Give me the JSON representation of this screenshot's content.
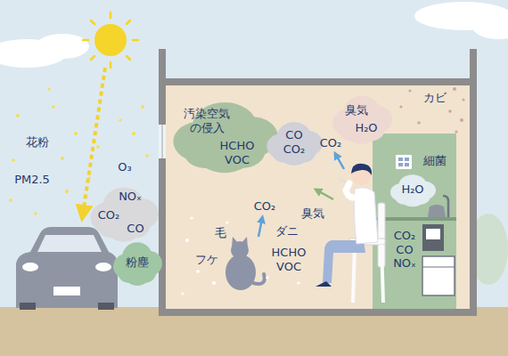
{
  "diagram": {
    "nodes": [
      {
        "text": [
          "NOₓ",
          "CO₂",
          "CO"
        ]
      },
      {
        "text": [
          "粉塵"
        ]
      },
      {
        "text": [
          "汚染空気の侵入",
          "HCHO VOC"
        ]
      },
      {
        "text": [
          "CO CO₂"
        ]
      },
      {
        "text": [
          "臭気",
          "H₂O"
        ]
      },
      {
        "text": [
          "H₂O"
        ]
      },
      {
        "text": [
          "CO₂ CO NOₓ"
        ]
      }
    ],
    "labels": [
      "花粉",
      "PM2.5",
      "O₃",
      "カビ",
      "CO₂",
      "細菌",
      "臭気",
      "毛",
      "ダニ",
      "CO₂",
      "フケ",
      "HCHO VOC"
    ]
  }
}
